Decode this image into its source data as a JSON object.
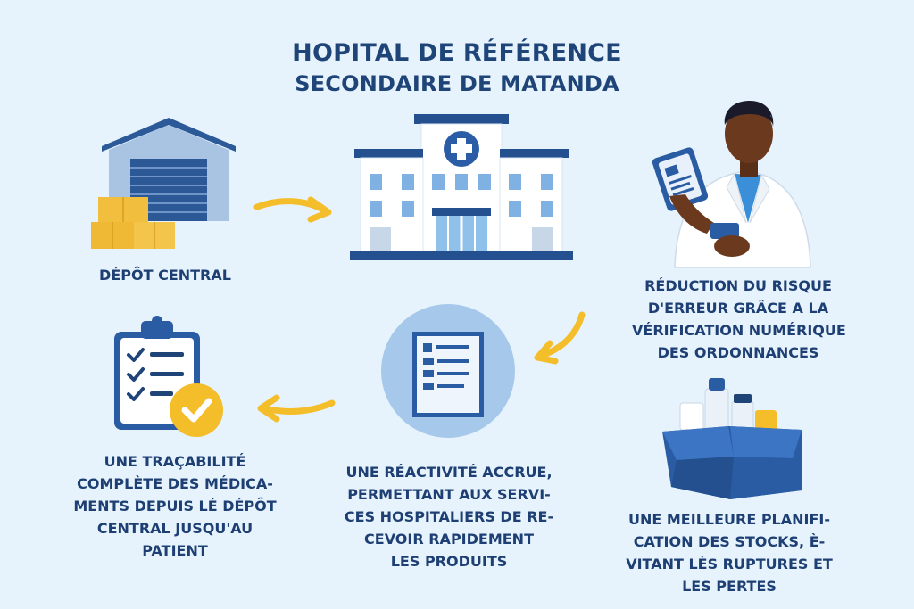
{
  "title": {
    "line1": "HOPITAL DE RÉFÉRENCE",
    "line2": "SECONDAIRE DE MATANDA"
  },
  "nodes": {
    "depot": {
      "label": "DÉPÔT CENTRAL",
      "icon": "warehouse-icon"
    },
    "hospital": {
      "icon": "hospital-icon"
    },
    "pharmacist": {
      "icon": "pharmacist-tablet-icon",
      "lines": [
        "RÉDUCTION DU RISQUE",
        "D'ERREUR GRÂCE A LA",
        "VÉRIFICATION NUMÉRIQUE",
        "DES ORDONNANCES"
      ]
    },
    "stock": {
      "icon": "medicine-box-icon",
      "lines": [
        "UNE MEILLEURE PLANIFI-",
        "CATION DES STOCKS, È-",
        "VITANT LÈS RUPTURES ET",
        "LES PERTES"
      ]
    },
    "reactivity": {
      "icon": "document-circle-icon",
      "lines": [
        "UNE RÉACTIVITÉ ACCRUE,",
        "PERMETTANT AUX SERVI-",
        "CES HOSPITALIERS DE RE-",
        "CEVOIR RAPIDEMENT",
        "LES PRODUITS"
      ]
    },
    "traceability": {
      "icon": "checklist-clipboard-icon",
      "lines": [
        "UNE TRAÇABILITÉ",
        "COMPLÈTE DES MÉDICA-",
        "MENTS DEPUIS LÉ DÉPÔT",
        "CENTRAL JUSQU'AU",
        "PATIENT"
      ]
    }
  },
  "colors": {
    "background": "#e6f3fc",
    "navy": "#1f4478",
    "blue": "#2f63b0",
    "light_blue": "#8fc1ea",
    "arrow_yellow": "#f4bd2a"
  }
}
